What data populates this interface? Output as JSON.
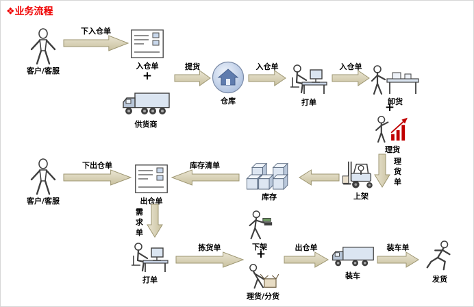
{
  "title": "❖业务流程",
  "plus": "+",
  "colors": {
    "title_red": "#f00000",
    "arrow_fill_light": "#eae5d3",
    "arrow_fill_dark": "#c9c19e",
    "icon_blue": "#dbe5f1",
    "chart_red": "#c00000"
  },
  "row1": {
    "customer_label": "客户/客服",
    "arrow_place_inbound": "下入仓单",
    "inbound_form_label": "入仓单",
    "supplier_label": "供货商",
    "arrow_pickup": "提货",
    "warehouse_label": "仓库",
    "arrow_inbound_1": "入仓单",
    "print_label": "打单",
    "arrow_inbound_2": "入仓单",
    "unload_label": "卸货",
    "tally_label": "理货"
  },
  "row2": {
    "arrow_tally_order": "理货单",
    "customer_label": "客户/客服",
    "arrow_place_outbound": "下出仓单",
    "outbound_form_label": "出仓单",
    "arrow_inventory_list": "库存清单",
    "inventory_label": "库存",
    "shelve_label": "上架"
  },
  "row3": {
    "arrow_demand_order": "需求单",
    "print_label": "打单",
    "arrow_pick_list": "拣货单",
    "unshelve_label": "下架",
    "sort_label": "理货/分货",
    "arrow_outbound": "出仓单",
    "load_label": "装车",
    "arrow_load_order": "装车单",
    "ship_label": "发货"
  }
}
